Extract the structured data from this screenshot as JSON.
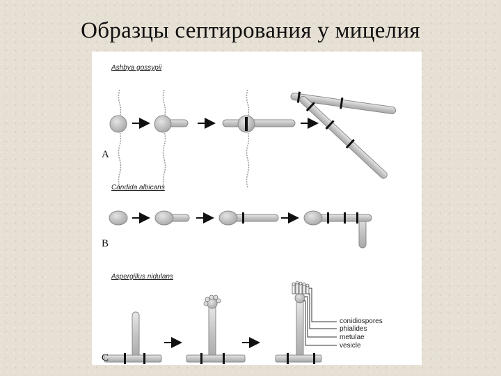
{
  "title": "Образцы септирования у мицелия",
  "panels": [
    {
      "letter": "A",
      "species": "Ashbya gossypii"
    },
    {
      "letter": "B",
      "species": "Candida albicans"
    },
    {
      "letter": "C",
      "species": "Aspergillus nidulans"
    }
  ],
  "callouts": [
    "conidiospores",
    "phialides",
    "metulae",
    "vesicle"
  ],
  "colors": {
    "cell_fill": "#c9c9c9",
    "cell_stroke": "#8a8a8a",
    "septum": "#111111",
    "background": "#e6dfd3"
  }
}
